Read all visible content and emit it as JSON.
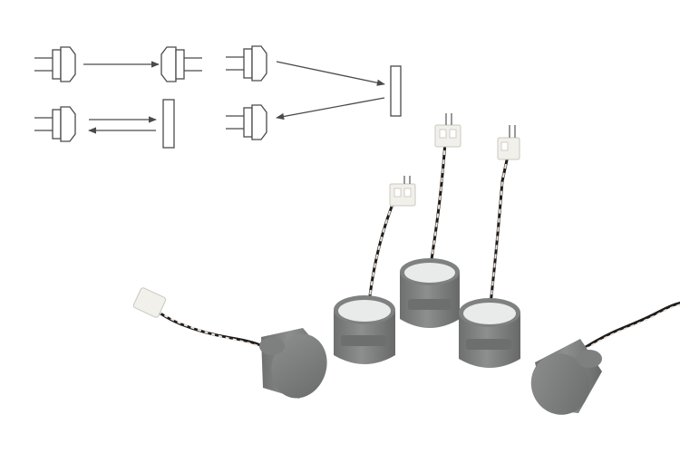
{
  "diagram": {
    "arrangements": [
      {
        "name": "thru-beam",
        "description_hidden": true
      },
      {
        "name": "reflective-pair",
        "description_hidden": true
      },
      {
        "name": "single-transducer-echo",
        "description_hidden": true
      }
    ],
    "line_color": "#4a4a4a"
  },
  "photo": {
    "sensor_count": 5,
    "sensor_color": "#7b7d7c",
    "face_color": "#e9eaea",
    "connector_color": "#f2f0ea",
    "wire_colors": [
      "#1d1d1d",
      "#efe2d8"
    ]
  }
}
